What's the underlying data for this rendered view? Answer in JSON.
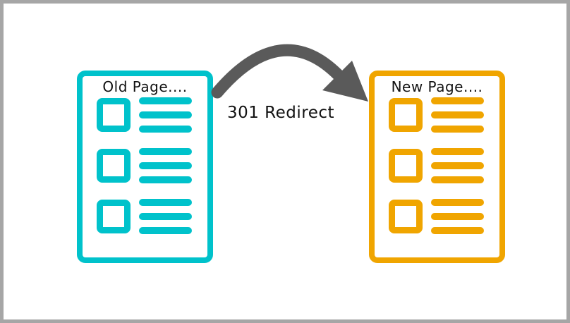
{
  "frame": {
    "background": "#ffffff",
    "border_color": "#a6a6a6"
  },
  "old_page": {
    "title": "Old Page....",
    "color": "#00c2cb",
    "rows": 3,
    "bars_per_row": 3
  },
  "new_page": {
    "title": "New Page....",
    "color": "#f0a500",
    "rows": 3,
    "bars_per_row": 3
  },
  "redirect": {
    "label": "301 Redirect",
    "arrow_color": "#5a5a5a",
    "arrow_direction": "left-to-right"
  }
}
